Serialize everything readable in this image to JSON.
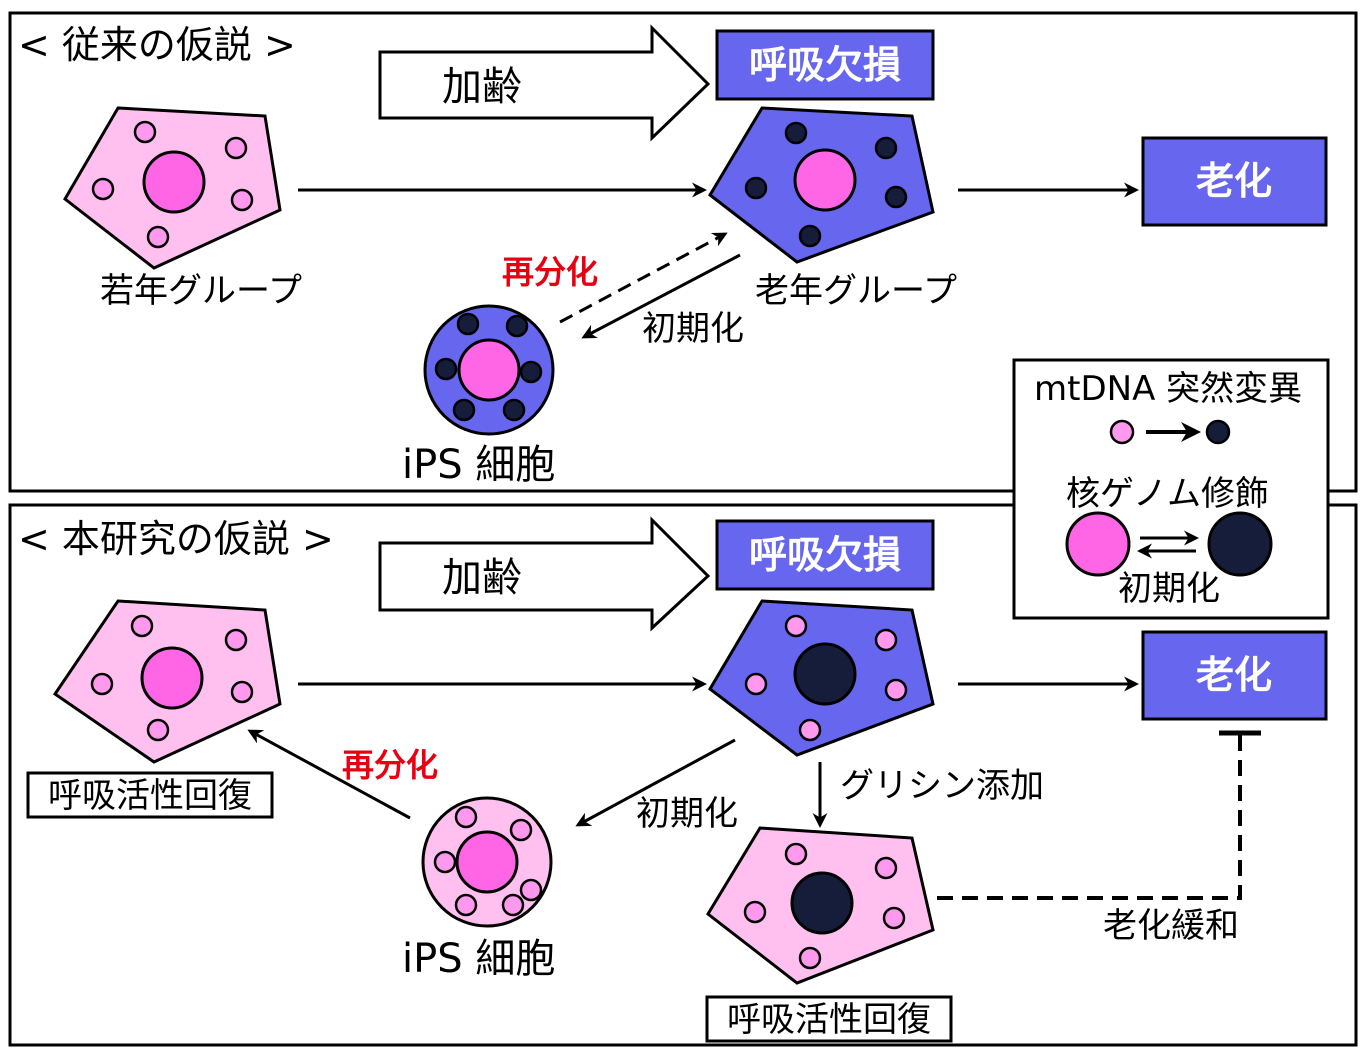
{
  "colors": {
    "blue_box": "#6666ee",
    "cell_blue": "#6666ee",
    "cell_pink": "#ffc0f0",
    "nucleus_pink": "#ff66e6",
    "mito_pink": "#ff99ee",
    "dark_navy": "#151d3b",
    "red_text": "#e60012"
  },
  "icons": {
    "mito_normal": "pink-dot",
    "mito_mutant": "navy-dot",
    "nucleus_normal": "pink-circle",
    "nucleus_modified": "navy-circle"
  },
  "top": {
    "heading": "< 従来の仮説 >",
    "aging_arrow": "加齢",
    "resp_defect": "呼吸欠損",
    "young_group": "若年グループ",
    "old_group": "老年グループ",
    "aging_result": "老化",
    "redifferentiation": "再分化",
    "reprogramming": "初期化",
    "ips": "iPS 細胞"
  },
  "bottom": {
    "heading": "< 本研究の仮説 >",
    "aging_arrow": "加齢",
    "resp_defect": "呼吸欠損",
    "aging_result": "老化",
    "restored_left": "呼吸活性回復",
    "redifferentiation": "再分化",
    "reprogramming": "初期化",
    "ips": "iPS 細胞",
    "glycine": "グリシン添加",
    "restored_bottom": "呼吸活性回復",
    "mitigation": "老化緩和"
  },
  "legend": {
    "mtdna": "mtDNA 突然変異",
    "nuclear": "核ゲノム修飾",
    "reprogramming": "初期化"
  }
}
